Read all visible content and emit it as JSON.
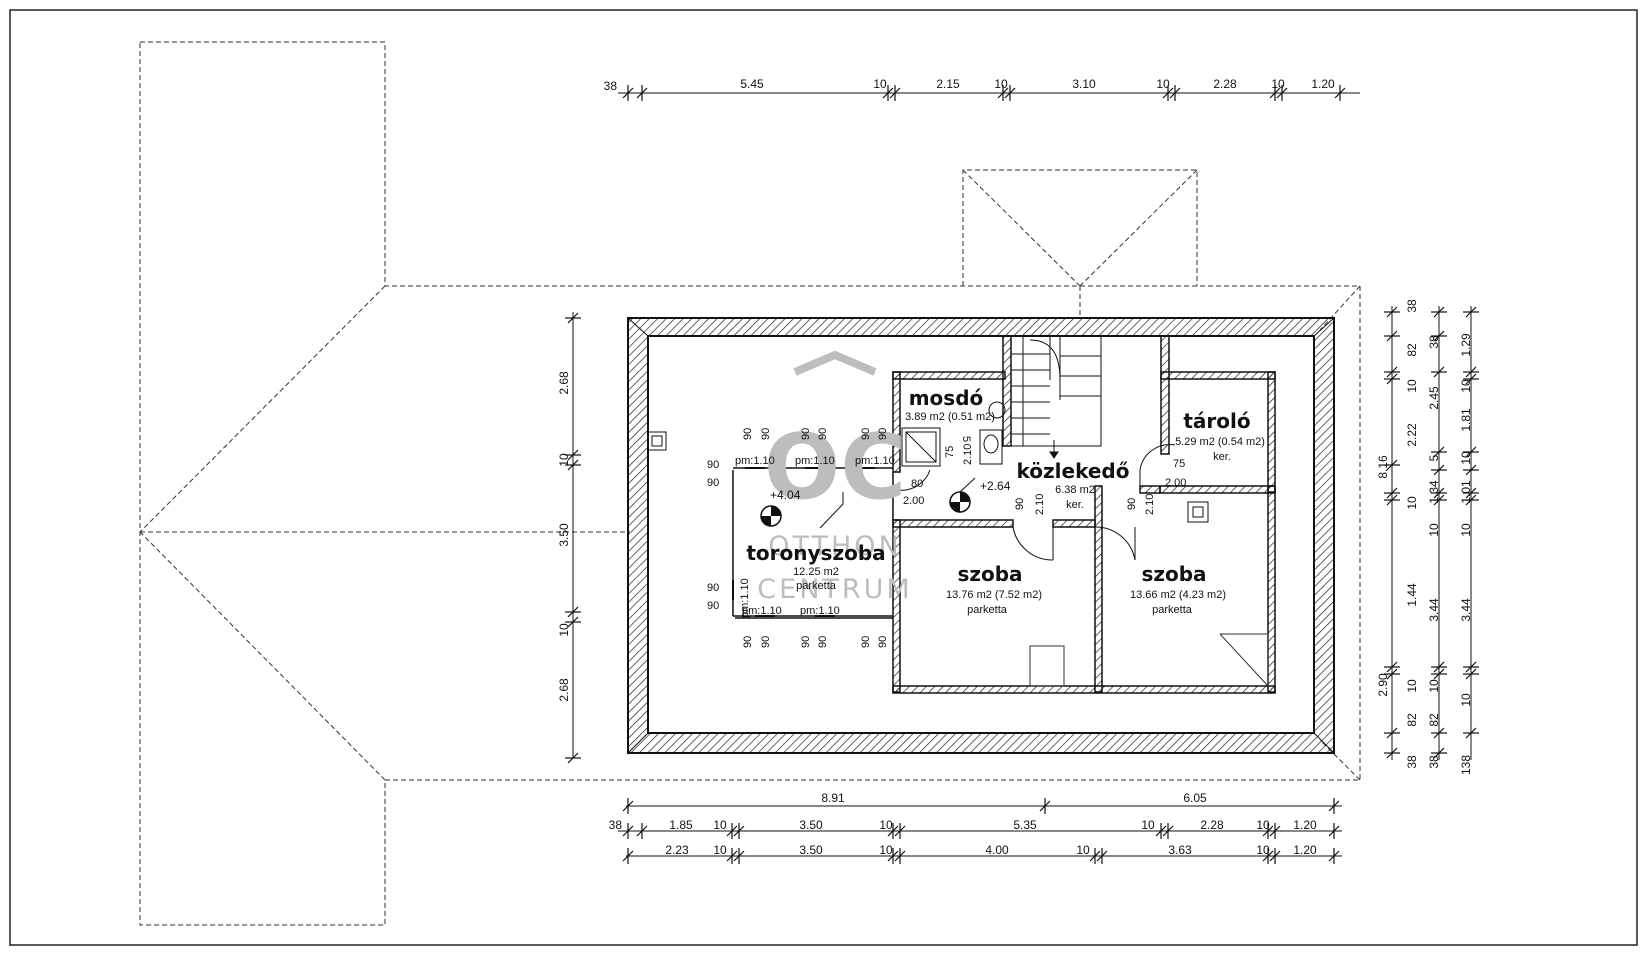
{
  "rooms": {
    "mosdo": {
      "name": "mosdó",
      "area": "3.89 m2  (0.51 m2)"
    },
    "tarolo": {
      "name": "tároló",
      "area": "5.29 m2 (0.54 m2)",
      "floor": "ker."
    },
    "kozlekedo": {
      "name": "közlekedő",
      "area": "6.38 m2",
      "floor": "ker."
    },
    "toronyszoba": {
      "name": "toronyszoba",
      "area": "12.25 m2",
      "floor": "parketta"
    },
    "szoba1": {
      "name": "szoba",
      "area": "13.76 m2 (7.52 m2)",
      "floor": "parketta"
    },
    "szoba2": {
      "name": "szoba",
      "area": "13.66 m2  (4.23 m2)",
      "floor": "parketta"
    }
  },
  "levels": {
    "tower": "+4.04",
    "hall": "+2.64"
  },
  "watermark": {
    "logo": "OC",
    "line1": "OTTHON",
    "line2": "CENTRUM"
  },
  "dims": {
    "top": [
      "38",
      "5.45",
      "10",
      "2.15",
      "10",
      "3.10",
      "10",
      "2.28",
      "10",
      "1.20"
    ],
    "bottom_total": [
      "8.91",
      "6.05"
    ],
    "bottom_row1": [
      "38",
      "1.85",
      "10",
      "3.50",
      "10",
      "5.35",
      "10",
      "2.28",
      "10",
      "1.20"
    ],
    "bottom_row2": [
      "2.23",
      "10",
      "3.50",
      "10",
      "4.00",
      "10",
      "3.63",
      "10",
      "1.20"
    ],
    "left": [
      "2.68",
      "10",
      "3.50",
      "10",
      "2.68"
    ],
    "right_col1": [
      "38",
      "82",
      "10",
      "2.22",
      "10",
      "1.44",
      "2.90",
      "10",
      "82",
      "38",
      "8.16"
    ],
    "right_col2": [
      "38",
      "2.45",
      "5",
      "1.34",
      "10",
      "3.44",
      "10",
      "82",
      "38"
    ],
    "right_col3": [
      "1.29",
      "10",
      "1.81",
      "10",
      "1.01",
      "10",
      "3.44",
      "10",
      "138"
    ]
  },
  "labels": {
    "pm_top": [
      "pm:1.10",
      "pm:1.10",
      "pm:1.10"
    ],
    "pm_bottom": [
      "pm:1.10",
      "pm:1.10"
    ],
    "pm_side": "pm:1.10",
    "nineties_top": [
      "90",
      "90",
      "90",
      "90",
      "90",
      "90"
    ],
    "nineties_bottom": [
      "90",
      "90",
      "90",
      "90",
      "90",
      "90"
    ],
    "nineties_side": [
      "90",
      "90",
      "90",
      "90"
    ],
    "door_80": "80",
    "door_200a": "2.00",
    "door_75": "75",
    "door_200b": "2.00",
    "small_75": "75",
    "small_210": "2.10",
    "small_5": "5",
    "door_90a": "90",
    "door_210a": "2.10",
    "door_90b": "90",
    "door_210b": "2.10"
  }
}
